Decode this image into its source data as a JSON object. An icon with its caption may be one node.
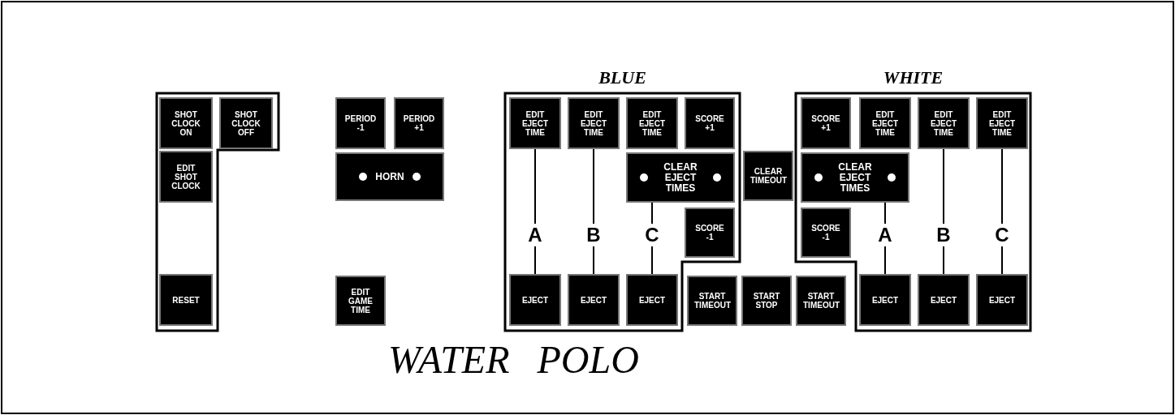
{
  "diagram": {
    "caption": "WATER POLO",
    "nodes": [
      {
        "text": [],
        "shape": "box"
      },
      {
        "text": [
          "SHOT CLOCK ON"
        ],
        "in": 0
      },
      {
        "text": [
          "SHOT CLOCK OFF"
        ],
        "in": 0
      },
      {
        "text": [
          "EDIT SHOT CLOCK"
        ],
        "in": 0
      },
      {
        "text": [
          "RESET"
        ],
        "in": 0
      },
      {
        "text": [
          "PERIOD -1"
        ]
      },
      {
        "text": [
          "PERIOD +1"
        ]
      },
      {
        "text": [
          "HORN"
        ]
      },
      {
        "text": [
          "EDIT GAME TIME"
        ]
      },
      {
        "text": [
          "BLUE"
        ]
      },
      {
        "text": [
          "EDIT EJECT TIME"
        ],
        "in": 9
      },
      {
        "text": [
          "EDIT EJECT TIME"
        ],
        "in": 9
      },
      {
        "text": [
          "EDIT EJECT TIME"
        ],
        "in": 9
      },
      {
        "text": [
          "SCORE +1"
        ],
        "in": 9
      },
      {
        "text": [
          "CLEAR EJECT TIMES"
        ],
        "in": 9
      },
      {
        "text": [
          "SCORE -1"
        ],
        "in": 9
      },
      {
        "text": [
          "EJECT"
        ],
        "in": 9
      },
      {
        "text": [
          "EJECT"
        ],
        "in": 9
      },
      {
        "text": [
          "EJECT"
        ],
        "in": 9
      },
      {
        "text": [
          "CLEAR TIMEOUT"
        ]
      },
      {
        "text": [
          "START TIMEOUT"
        ]
      },
      {
        "text": [
          "START STOP"
        ]
      },
      {
        "text": [
          "START TIMEOUT"
        ]
      },
      {
        "text": [
          "WHITE"
        ]
      },
      {
        "text": [
          "SCORE +1"
        ],
        "in": 23
      },
      {
        "text": [
          "EDIT EJECT TIME"
        ],
        "in": 23
      },
      {
        "text": [
          "EDIT EJECT TIME"
        ],
        "in": 23
      },
      {
        "text": [
          "EDIT EJECT TIME"
        ],
        "in": 23
      },
      {
        "text": [
          "CLEAR EJECT TIMES"
        ],
        "in": 23
      },
      {
        "text": [
          "SCORE -1"
        ],
        "in": 23
      },
      {
        "text": [
          "EJECT"
        ],
        "in": 23
      },
      {
        "text": [
          "EJECT"
        ],
        "in": 23
      },
      {
        "text": [
          "EJECT"
        ],
        "in": 23
      }
    ],
    "edges": [
      {
        "from": 10,
        "to": 16,
        "arrow": "none",
        "label": "A"
      },
      {
        "from": 11,
        "to": 17,
        "arrow": "none",
        "label": "B"
      },
      {
        "from": 14,
        "to": 18,
        "arrow": "none",
        "label": "C"
      },
      {
        "from": 28,
        "to": 30,
        "arrow": "none",
        "label": "A"
      },
      {
        "from": 26,
        "to": 31,
        "arrow": "none",
        "label": "B"
      },
      {
        "from": 27,
        "to": 32,
        "arrow": "none",
        "label": "C"
      }
    ]
  }
}
